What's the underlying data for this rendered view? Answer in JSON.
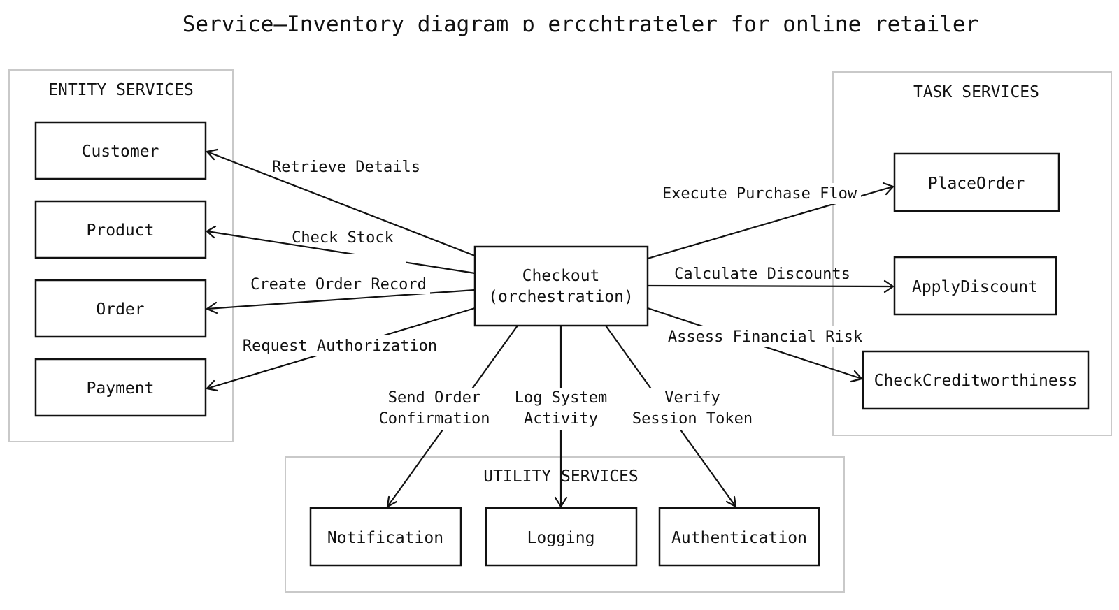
{
  "title": "Service–Inventory diagram ɒ  ercchtrateler for online retailer",
  "groups": {
    "entity": {
      "title": "ENTITY SERVICES"
    },
    "task": {
      "title": "TASK SERVICES"
    },
    "utility": {
      "title": "UTILITY SERVICES"
    }
  },
  "nodes": {
    "checkout": {
      "line1": "Checkout",
      "line2": "(orchestration)"
    },
    "customer": "Customer",
    "product": "Product",
    "order": "Order",
    "payment": "Payment",
    "placeorder": "PlaceOrder",
    "applydiscount": "ApplyDiscount",
    "checkcredit": "CheckCreditworthiness",
    "notification": "Notification",
    "logging": "Logging",
    "authentication": "Authentication"
  },
  "edges": {
    "retrieve": "Retrieve Details",
    "stock": "Check Stock",
    "create_order": "Create Order Record",
    "authorization": "Request Authorization",
    "purchase": "Execute Purchase Flow",
    "discounts": "Calculate Discounts",
    "risk": "Assess Financial Risk",
    "notify": {
      "line1": "Send Order",
      "line2": "Confirmation"
    },
    "log": {
      "line1": "Log System",
      "line2": "Activity"
    },
    "verify": {
      "line1": "Verify",
      "line2": "Session Token"
    }
  }
}
